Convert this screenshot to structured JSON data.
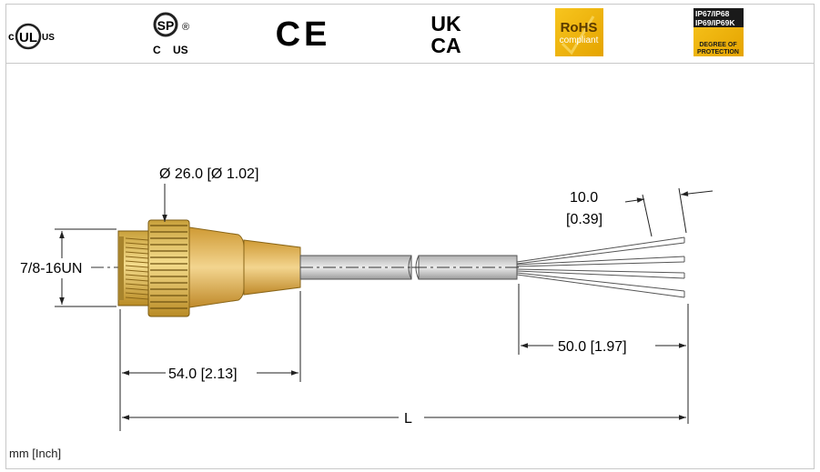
{
  "certifications": {
    "ul": {
      "left": "c",
      "mark": "UL",
      "right": "US"
    },
    "csa": {
      "mark": "SP",
      "registered": "®",
      "left": "C",
      "right": "US"
    },
    "ce": {
      "mark": "CE"
    },
    "ukca": {
      "line1": "UK",
      "line2": "CA"
    },
    "rohs": {
      "title": "RoHS",
      "subtitle": "compliant",
      "color": "#f2b600"
    },
    "ip": {
      "line1": "IP67/IP68",
      "line2": "IP69/IP69K",
      "line3": "DEGREE OF",
      "line4": "PROTECTION",
      "color": "#f2b600"
    }
  },
  "drawing": {
    "thread_label": "7/8-16UN",
    "diameter_label": "Ø 26.0 [Ø 1.02]",
    "strip_length_value": "10.0",
    "strip_length_inch": "[0.39]",
    "wire_length_label": "50.0 [1.97]",
    "connector_length_label": "54.0 [2.13]",
    "total_length_label": "L"
  },
  "units_label": "mm [Inch]"
}
